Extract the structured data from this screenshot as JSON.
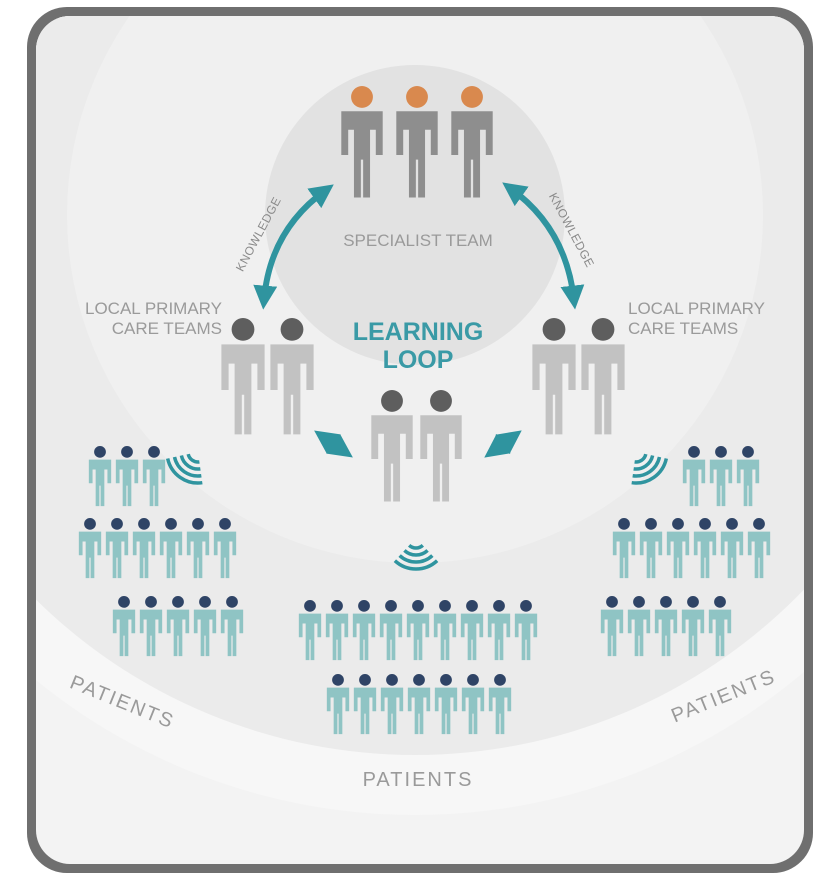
{
  "labels": {
    "specialist_team": "SPECIALIST TEAM",
    "local_left_line1": "LOCAL PRIMARY",
    "local_left_line2": "CARE TEAMS",
    "local_right_line1": "LOCAL PRIMARY",
    "local_right_line2": "CARE TEAMS",
    "learning_loop_line1": "LEARNING",
    "learning_loop_line2": "LOOP",
    "knowledge_left": "KNOWLEDGE",
    "knowledge_right": "KNOWLEDGE",
    "patients_left": "PATIENTS",
    "patients_center": "PATIENTS",
    "patients_right": "PATIENTS"
  },
  "colors": {
    "frame": "#6f6f6f",
    "panel": "#f3f3f3",
    "ring_outer": "#ececec",
    "ring_inner": "#e4e4e4",
    "ring_core": "#dcdcdc",
    "specialist_head": "#d9894e",
    "specialist_body": "#8e8e8e",
    "team_head": "#5e5e5e",
    "team_body": "#c2c2c2",
    "patient_head": "#2f4466",
    "patient_body": "#8fc4c4",
    "teal": "#2f949f"
  },
  "icons": {
    "people": "person-figure-icon",
    "signal": "signal-waves-icon",
    "arrow": "double-arrow-icon"
  }
}
